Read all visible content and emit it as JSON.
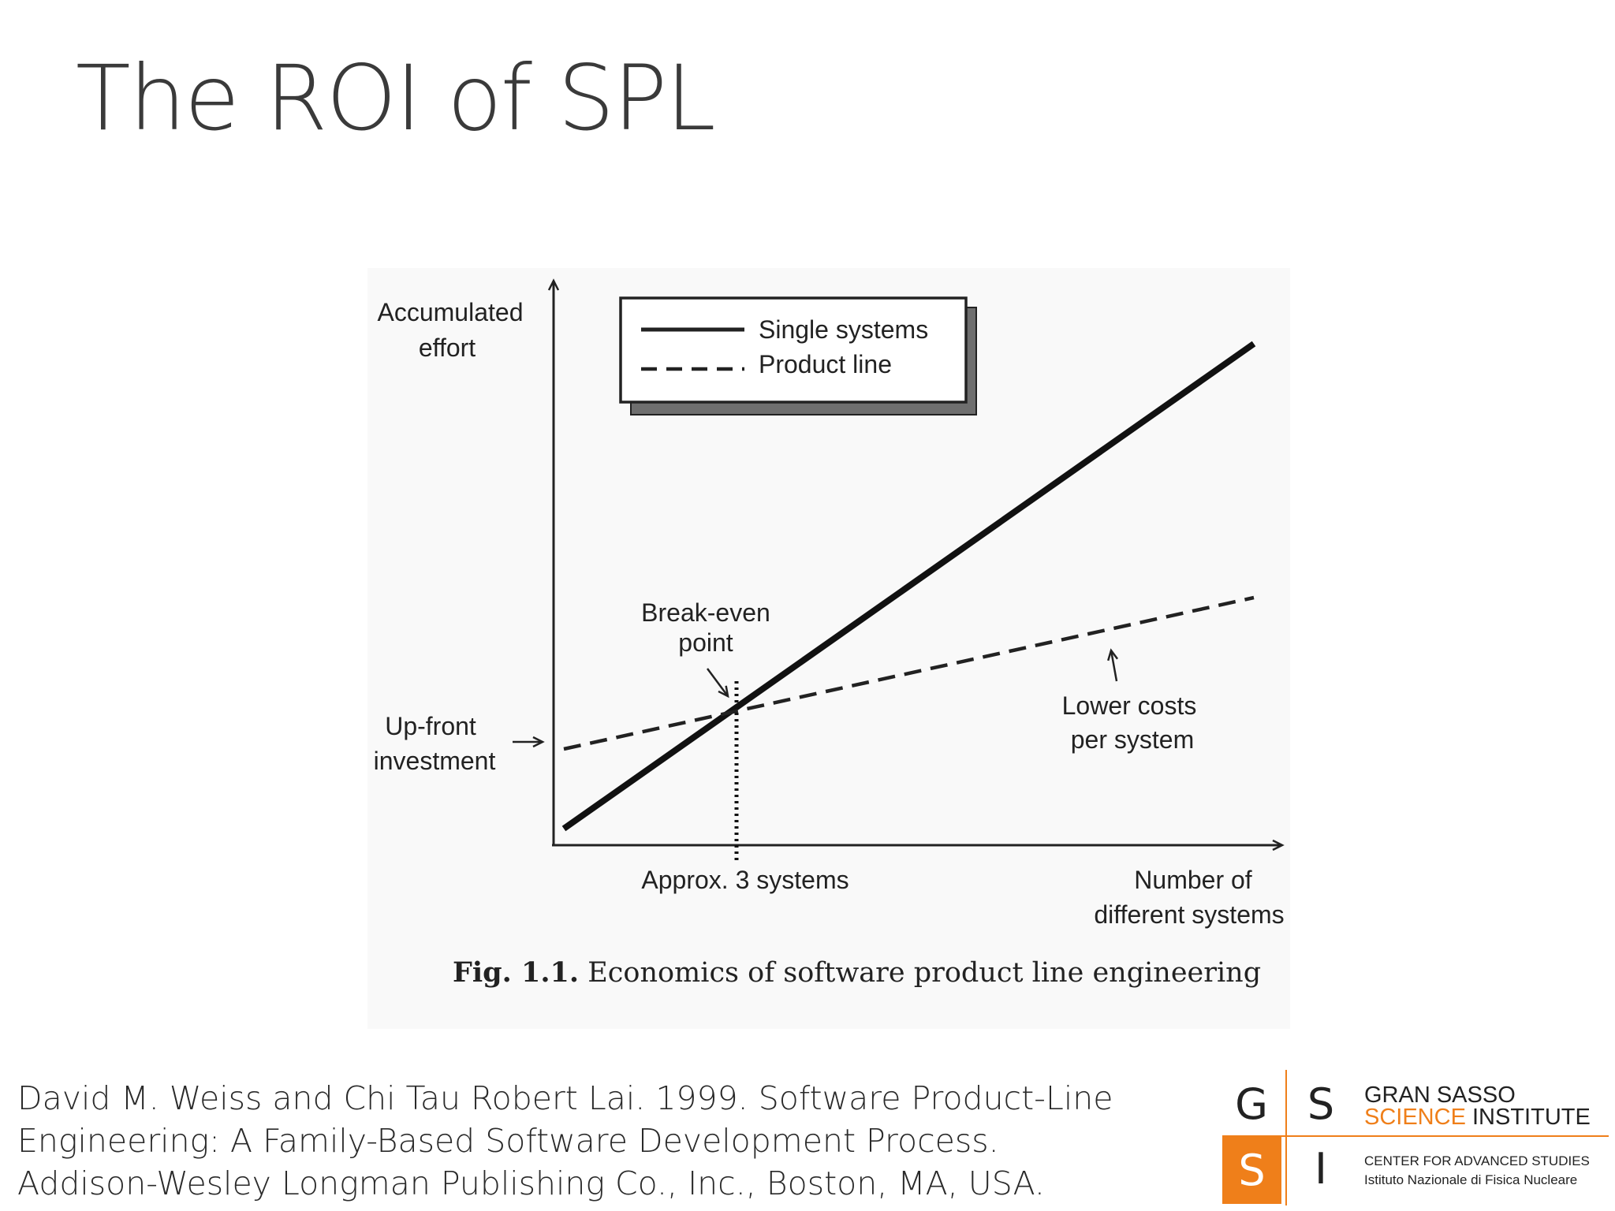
{
  "slide": {
    "title": "The ROI of SPL"
  },
  "figure": {
    "y_axis_label_line1": "Accumulated",
    "y_axis_label_line2": "effort",
    "x_axis_label_line1": "Number of",
    "x_axis_label_line2": "different systems",
    "legend": {
      "single_systems": "Single systems",
      "product_line": "Product line"
    },
    "annotations": {
      "break_even_line1": "Break-even",
      "break_even_line2": "point",
      "upfront_line1": "Up-front",
      "upfront_line2": "investment",
      "lower_costs_line1": "Lower costs",
      "lower_costs_line2": "per system",
      "approx_systems": "Approx. 3 systems"
    },
    "caption_label": "Fig. 1.1.",
    "caption_text": "Economics of software product line engineering"
  },
  "reference": {
    "line1": "David M. Weiss and Chi Tau Robert Lai. 1999. Software Product-Line",
    "line2": "Engineering: A Family-Based Software Development Process.",
    "line3": "Addison-Wesley Longman Publishing Co., Inc., Boston, MA, USA."
  },
  "logo": {
    "letter_g": "G",
    "letter_s_top": "S",
    "letter_s_bottom": "S",
    "letter_i": "I",
    "name_line1": "GRAN SASSO",
    "name_line2_orange": "SCIENCE",
    "name_line2_dark": "INSTITUTE",
    "sub_line1": "CENTER FOR ADVANCED STUDIES",
    "sub_line2": "Istituto Nazionale di Fisica Nucleare",
    "accent_color": "#ef7f1a"
  }
}
